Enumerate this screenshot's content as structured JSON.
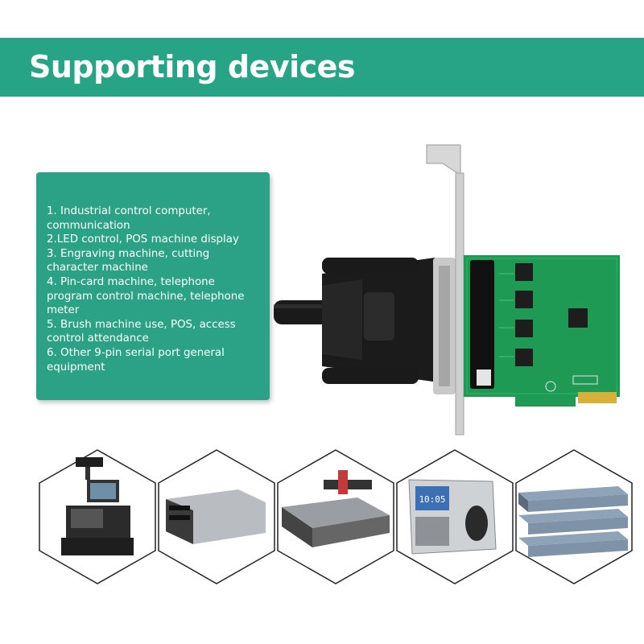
{
  "banner": {
    "title": "Supporting devices",
    "color": "#27a386"
  },
  "supported_devices": [
    "1. Industrial control computer, communication",
    "2.LED control, POS machine display",
    "3. Engraving machine, cutting character machine",
    "4. Pin-card machine, telephone program control machine, telephone meter",
    "5. Brush machine use, POS, access control attendance",
    "6. Other 9-pin serial port general equipment"
  ],
  "product_image": {
    "name": "pcie-serial-card-with-db25-cable"
  },
  "device_icons": [
    {
      "name": "pos-terminal-icon"
    },
    {
      "name": "industrial-computer-icon"
    },
    {
      "name": "cnc-engraving-machine-icon"
    },
    {
      "name": "fingerprint-attendance-icon",
      "display_time": "10:05"
    },
    {
      "name": "network-switch-icon"
    }
  ],
  "accent_colors": {
    "panel": "#2ba286",
    "pcb": "#1e9a55"
  }
}
